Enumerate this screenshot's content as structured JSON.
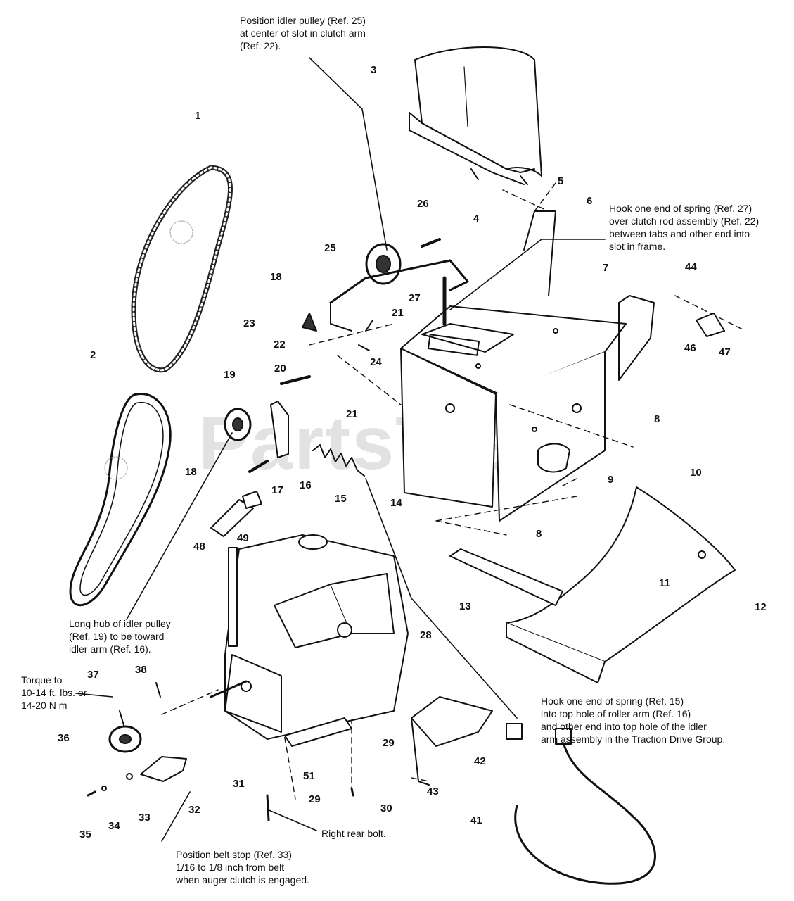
{
  "watermark": {
    "text": "PartsTree",
    "mark": "™"
  },
  "notes": {
    "idler_pulley": [
      "Position idler pulley (Ref. 25)",
      "at center of slot in clutch arm",
      "(Ref. 22)."
    ],
    "spring_27": [
      "Hook one end of spring (Ref. 27)",
      "over clutch rod assembly (Ref. 22)",
      "between tabs and other end into",
      "slot in frame."
    ],
    "long_hub": [
      "Long hub of idler pulley",
      "(Ref. 19) to be toward",
      "idler arm (Ref. 16)."
    ],
    "torque": [
      "Torque to",
      "10-14 ft. lbs. or",
      "14-20 N m"
    ],
    "spring_15": [
      "Hook one end of spring (Ref. 15)",
      "into top hole of roller arm (Ref. 16)",
      "and other end into top hole of the idler",
      "arm assembly in the Traction Drive Group."
    ],
    "right_rear_bolt": "Right rear bolt.",
    "belt_stop": [
      "Position belt stop (Ref. 33)",
      "1/16 to 1/8 inch from belt",
      "when auger clutch is engaged."
    ]
  },
  "refs": {
    "r1": "1",
    "r2": "2",
    "r3": "3",
    "r4": "4",
    "r5": "5",
    "r6": "6",
    "r7": "7",
    "r8a": "8",
    "r8b": "8",
    "r9": "9",
    "r10": "10",
    "r11": "11",
    "r12": "12",
    "r13": "13",
    "r14": "14",
    "r15": "15",
    "r16": "16",
    "r17": "17",
    "r18a": "18",
    "r18b": "18",
    "r19": "19",
    "r20": "20",
    "r21a": "21",
    "r21b": "21",
    "r22": "22",
    "r23": "23",
    "r24": "24",
    "r25": "25",
    "r26": "26",
    "r27": "27",
    "r28": "28",
    "r29a": "29",
    "r29b": "29",
    "r30": "30",
    "r31": "31",
    "r32": "32",
    "r33": "33",
    "r34": "34",
    "r35": "35",
    "r36": "36",
    "r37": "37",
    "r38": "38",
    "r41": "41",
    "r42": "42",
    "r43": "43",
    "r44": "44",
    "r46": "46",
    "r47": "47",
    "r48": "48",
    "r49": "49",
    "r51": "51"
  }
}
